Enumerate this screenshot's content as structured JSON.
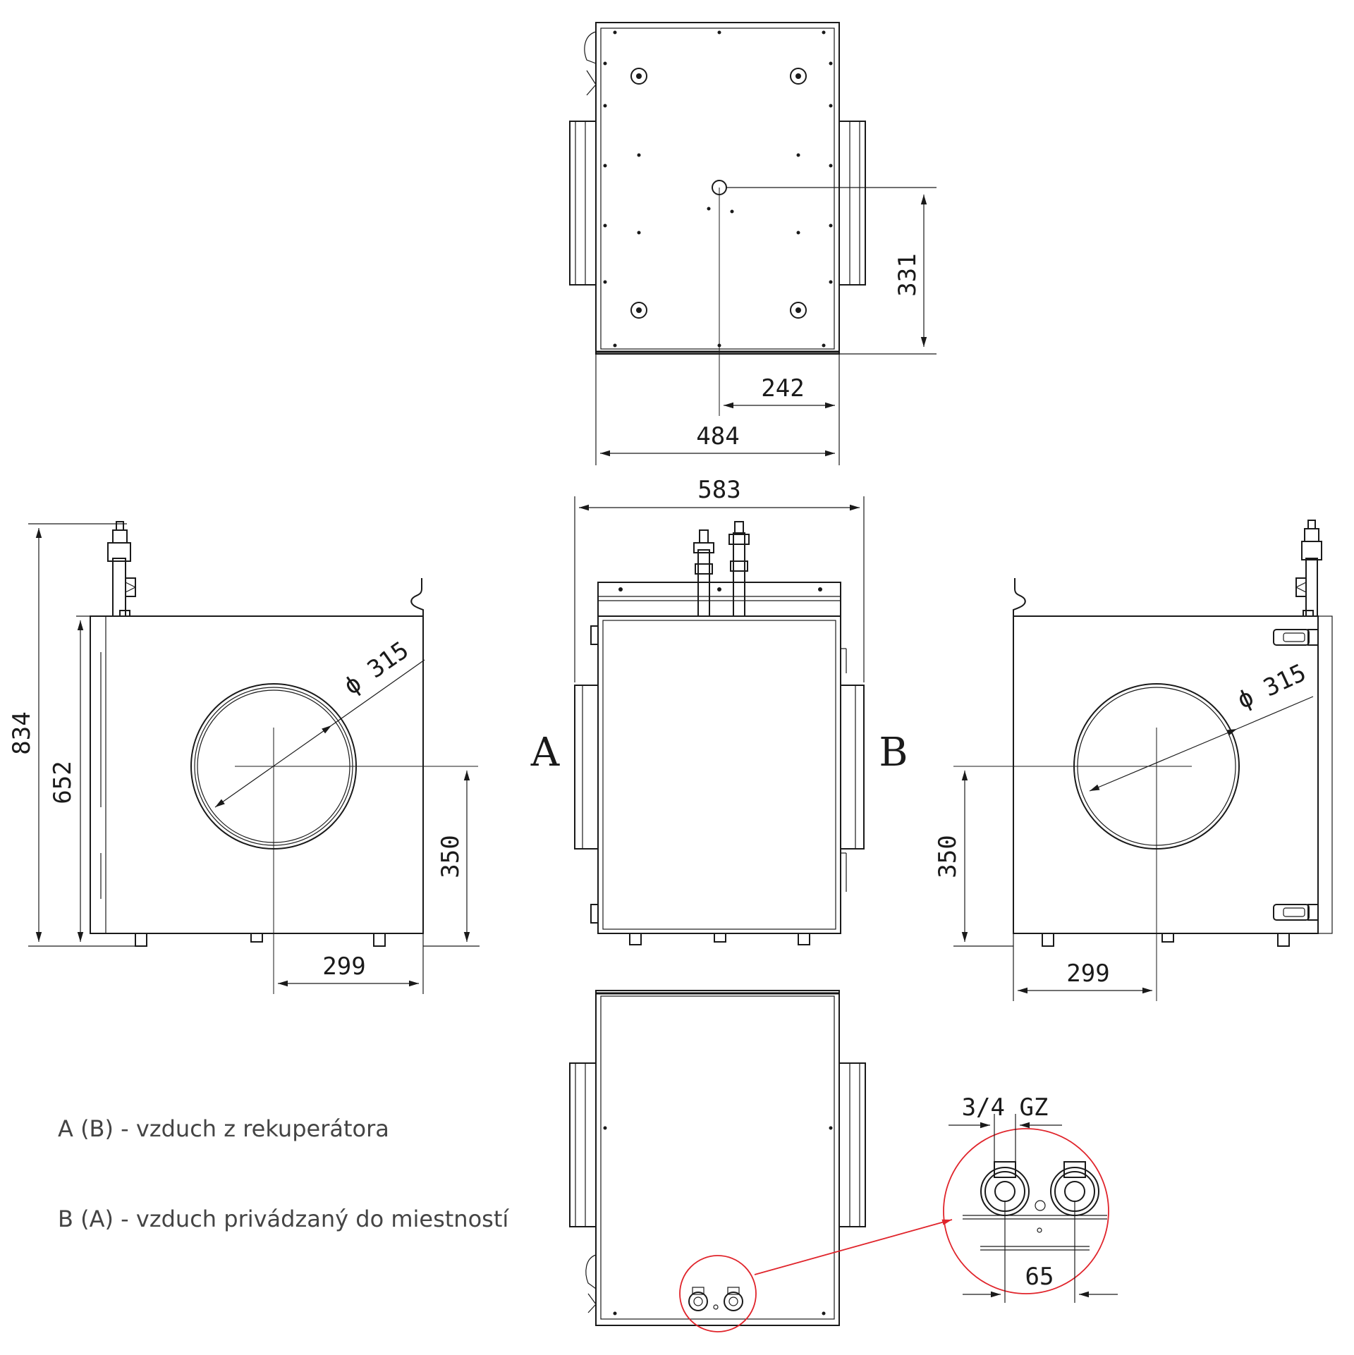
{
  "dimensions": {
    "top_view_vertical": "331",
    "top_view_half_width": "242",
    "top_view_width": "484",
    "front_width": "583",
    "left_total_height": "834",
    "left_body_height": "652",
    "left_center_height": "350",
    "left_center_offset": "299",
    "left_diameter": "ϕ 315",
    "right_diameter": "ϕ 315",
    "right_center_height": "350",
    "right_center_offset": "299",
    "detail_thread": "3/4 GZ",
    "detail_spacing": "65"
  },
  "side_labels": {
    "a": "A",
    "b": "B"
  },
  "legend": {
    "line1": "A (B) - vzduch z rekuperátora",
    "line2": "B (A) - vzduch privádzaný do miestností"
  },
  "colors": {
    "line": "#1a1a1a",
    "detail_callout": "#e0242b",
    "legend_text": "#444444"
  }
}
